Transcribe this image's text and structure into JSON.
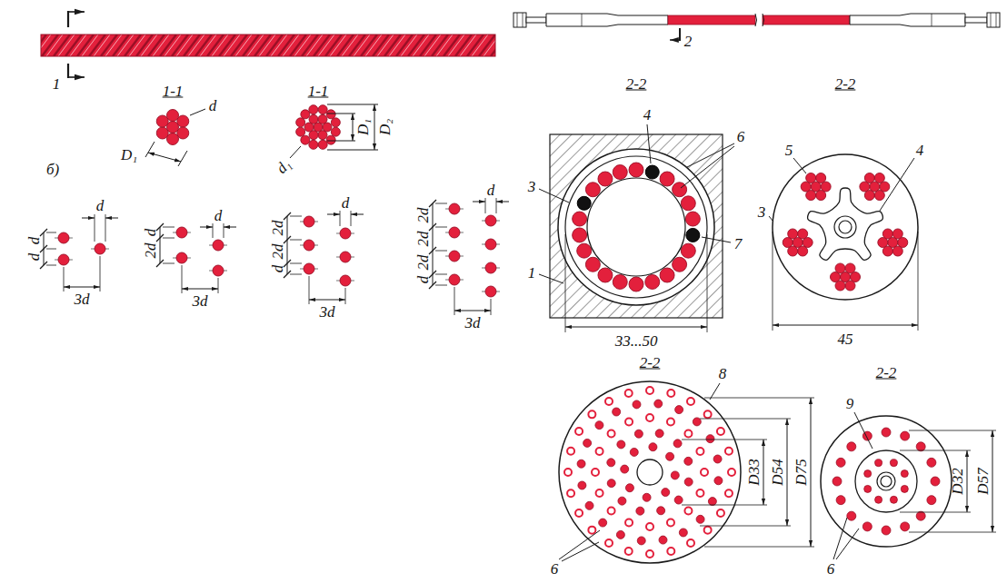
{
  "diagram": {
    "labels": [
      "1",
      "1-1",
      "d",
      "D₁",
      "1-1",
      "D₁",
      "D₂",
      "d₁",
      "б)",
      "d",
      "d",
      "d",
      "3d",
      "d",
      "d",
      "2d",
      "3d",
      "d",
      "2d",
      "2d",
      "d",
      "3d",
      "d",
      "2d",
      "2d",
      "2d",
      "d",
      "3d",
      "2",
      "2-2",
      "4",
      "6",
      "3",
      "7",
      "1",
      "33...50",
      "2-2",
      "5",
      "4",
      "3",
      "45",
      "2-2",
      "8",
      "D33",
      "D54",
      "D75",
      "6",
      "2-2",
      "9",
      "D32",
      "D57",
      "6"
    ]
  }
}
